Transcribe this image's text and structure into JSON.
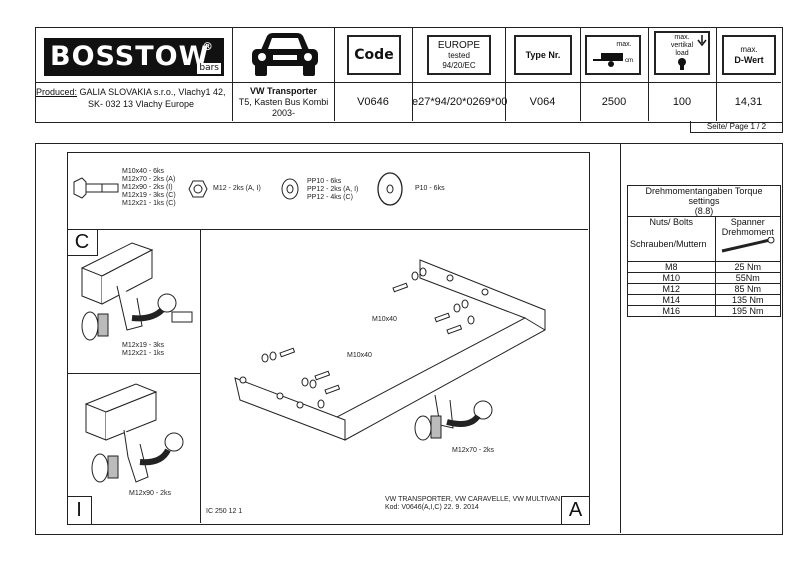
{
  "brand": {
    "name": "BOSSTOW",
    "reg": "®",
    "sub": "bars"
  },
  "header": {
    "code_label": "Code",
    "europe": [
      "EUROPE",
      "tested",
      "94/20/EC"
    ],
    "type_label": "Type Nr.",
    "max_label": "max.",
    "vertical_label": [
      "max.",
      "vertikal",
      "load"
    ],
    "dwert_label": [
      "max.",
      "D-Wert"
    ],
    "produced_label": "Produced:",
    "producer_line1": "GALIA SLOVAKIA s.r.o., Vlachy1 42,",
    "producer_line2": "SK- 032 13 Vlachy    Europe",
    "vehicle_title": "VW Transporter",
    "vehicle_line2": "T5, Kasten Bus Kombi",
    "vehicle_line3": "2003-",
    "code_value": "V0646",
    "approval": "e27*94/20*0269*00",
    "type_value": "V064",
    "max_value": "2500",
    "vertical_value": "100",
    "dwert_value": "14,31",
    "page": "Seite/ Page  1 / 2"
  },
  "parts": {
    "bolts": [
      "M10x40 - 6ks",
      "M12x70 - 2ks (A)",
      "M12x90 - 2ks (I)",
      "M12x19 - 3ks (C)",
      "M12x21 - 1ks (C)"
    ],
    "nut": "M12 - 2ks (A, I)",
    "washers": [
      "PP10 - 6ks",
      "PP12 - 2ks (A, I)",
      "PP12 - 4ks (C)"
    ],
    "big_washer": "P10 - 6ks"
  },
  "panels": {
    "c_letter": "C",
    "c_labels": [
      "M12x19 - 3ks",
      "M12x21 - 1ks"
    ],
    "i_letter": "I",
    "i_label": "M12x90 - 2ks",
    "a_letter": "A",
    "a_label": "M12x70 - 2ks",
    "m10_1": "M10x40",
    "m10_2": "M10x40",
    "drawing_code": "IC 250 12 1",
    "footer1": "VW TRANSPORTER, VW CARAVELLE, VW MULTIVAN",
    "footer2": "Kod: V0646(A,I,C)  22. 9. 2014"
  },
  "torque": {
    "title": "Drehmomentangaben Torque settings",
    "grade": "(8.8)",
    "col1a": "Nuts/ Bolts",
    "col1b": "Schrauben/Muttern",
    "col2a": "Spanner",
    "col2b": "Drehmoment",
    "rows": [
      {
        "size": "M8",
        "nm": "25 Nm"
      },
      {
        "size": "M10",
        "nm": "55Nm"
      },
      {
        "size": "M12",
        "nm": "85 Nm"
      },
      {
        "size": "M14",
        "nm": "135 Nm"
      },
      {
        "size": "M16",
        "nm": "195 Nm"
      }
    ]
  }
}
